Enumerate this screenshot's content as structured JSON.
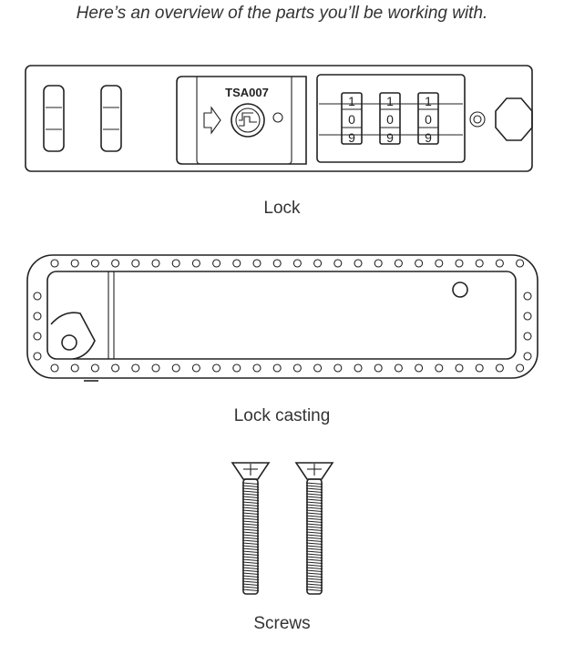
{
  "intro": "Here’s an overview of the parts you’ll be working with.",
  "parts": {
    "lock": {
      "caption": "Lock",
      "model_label": "TSA007",
      "dials": [
        {
          "top": "1",
          "middle": "0",
          "bottom": "9"
        },
        {
          "top": "1",
          "middle": "0",
          "bottom": "9"
        },
        {
          "top": "1",
          "middle": "0",
          "bottom": "9"
        }
      ]
    },
    "casting": {
      "caption": "Lock casting"
    },
    "screws": {
      "caption": "Screws",
      "count": 2
    }
  }
}
